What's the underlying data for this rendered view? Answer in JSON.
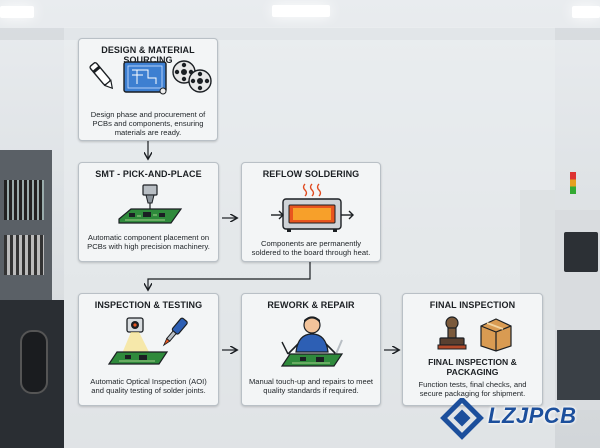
{
  "steps": {
    "design": {
      "title": "DESIGN & MATERIAL SOURCING",
      "desc": "Design phase and procurement of PCBs and components, ensuring materials are ready.",
      "icons": [
        "pen-icon",
        "blueprint-icon",
        "component-reels-icon"
      ]
    },
    "smt": {
      "title": "SMT - PICK-AND-PLACE",
      "desc": "Automatic component placement on PCBs with high precision machinery.",
      "icons": [
        "pick-and-place-head-icon",
        "pcb-board-icon"
      ]
    },
    "reflow": {
      "title": "REFLOW SOLDERING",
      "desc": "Components are permanently soldered to the board through heat.",
      "icons": [
        "reflow-oven-icon",
        "heat-waves-icon"
      ]
    },
    "inspection": {
      "title": "INSPECTION & TESTING",
      "desc": "Automatic Optical Inspection (AOI) and quality testing of solder joints.",
      "icons": [
        "camera-icon",
        "soldering-iron-icon",
        "pcb-board-icon"
      ]
    },
    "rework": {
      "title": "REWORK & REPAIR",
      "desc": "Manual touch-up and repairs to meet quality standards if required.",
      "icons": [
        "technician-icon",
        "pcb-board-icon"
      ]
    },
    "final": {
      "title": "FINAL INSPECTION",
      "subtitle": "FINAL INSPECTION & PACKAGING",
      "desc": "Function tests, final checks, and secure packaging for shipment.",
      "icons": [
        "stamp-icon",
        "shipping-box-icon"
      ]
    }
  },
  "logo": {
    "text": "LZJPCB",
    "icon": "diamond-logo-icon"
  },
  "colors": {
    "pcb_green": "#2f8a3c",
    "logo_blue": "#1c4f9c",
    "arrow": "#1b1f23"
  }
}
